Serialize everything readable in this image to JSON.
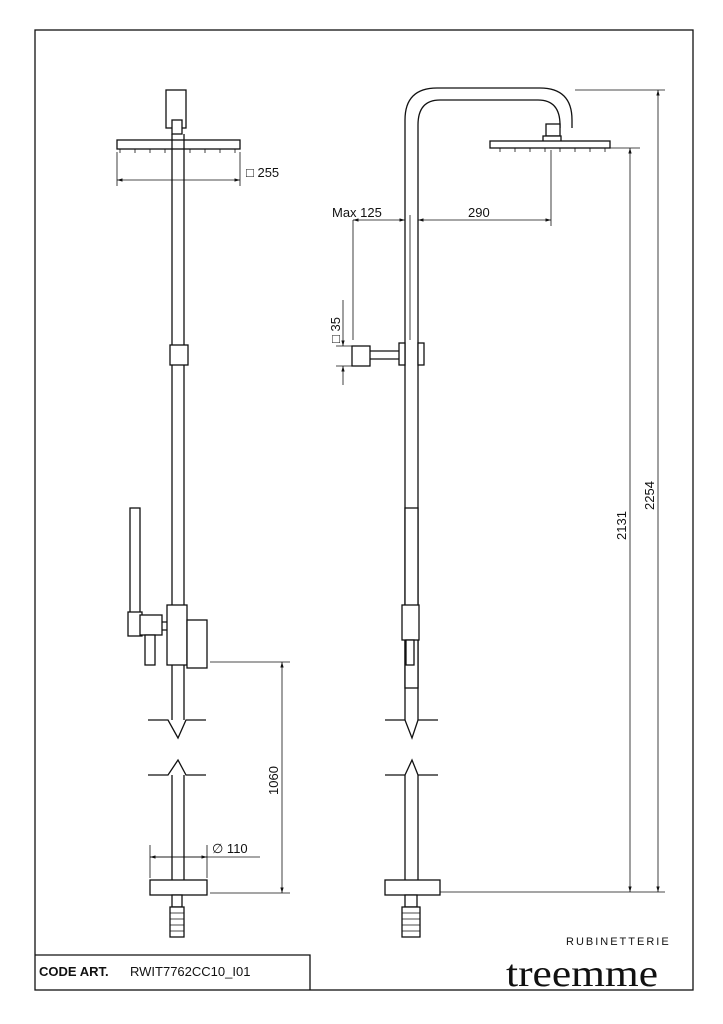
{
  "dimensions": {
    "head_size": "□ 255",
    "max_arm": "Max 125",
    "arm_reach": "290",
    "wall_bracket": "□ 35",
    "height_head": "2131",
    "height_total": "2254",
    "mixer_height": "1060",
    "base_diameter": "∅ 110"
  },
  "title_block": {
    "code_label": "CODE ART.",
    "code_value": "RWIT7762CC10_I01"
  },
  "brand": {
    "name": "treemme",
    "subtitle": "RUBINETTERIE"
  }
}
